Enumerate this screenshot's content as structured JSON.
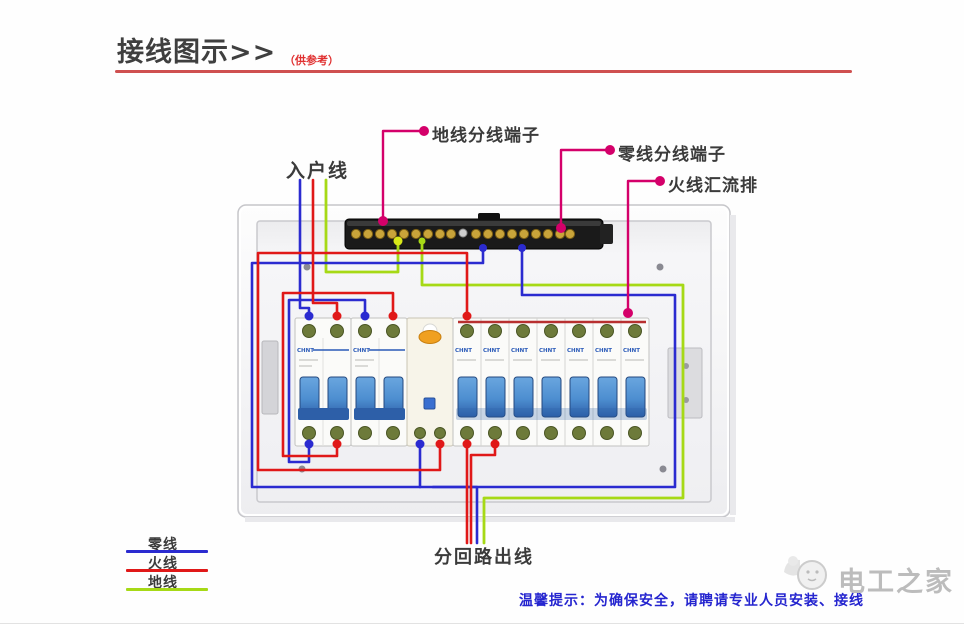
{
  "page": {
    "title": "接线图示>>",
    "title_note": "（供参考）",
    "footer_tip": "温馨提示：为确保安全，请聘请专业人员安装、接线",
    "watermark": "电工之家"
  },
  "labels": {
    "incoming_line": "入户线",
    "ground_terminal": "地线分线端子",
    "neutral_terminal": "零线分线端子",
    "live_busbar": "火线汇流排",
    "branch_outgoing": "分回路出线"
  },
  "legend": {
    "items": [
      {
        "label": "零线",
        "color": "#2b2bd0"
      },
      {
        "label": "火线",
        "color": "#e01818"
      },
      {
        "label": "地线",
        "color": "#a6d916"
      }
    ]
  },
  "panel": {
    "brand": "CHNT",
    "main_breaker_poles": 2,
    "rcd_breaker_poles": 2,
    "branch_breaker_count": 7
  },
  "colors": {
    "neutral_wire": "#2b2bd0",
    "live_wire": "#e01818",
    "ground_wire": "#a6d916",
    "callout": "#d4006a",
    "title_rule": "#cf5050",
    "tip_text": "#2525cf",
    "terminal_bar": "#1a1a1a",
    "breaker_handle": "#4d8ed0"
  }
}
